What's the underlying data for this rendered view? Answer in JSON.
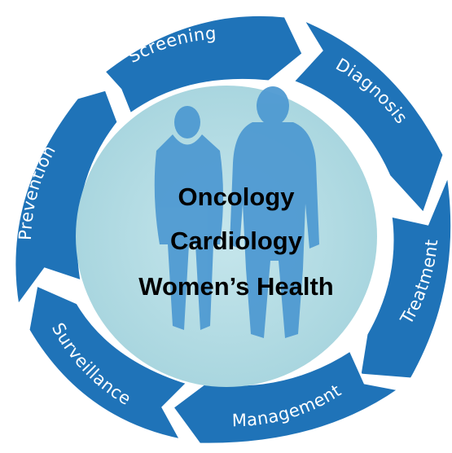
{
  "cycle": {
    "stages": [
      {
        "label": "Screening"
      },
      {
        "label": "Diagnosis"
      },
      {
        "label": "Treatment"
      },
      {
        "label": "Management"
      },
      {
        "label": "Surveillance"
      },
      {
        "label": "Prevention"
      }
    ]
  },
  "center": {
    "lines": [
      "Oncology",
      "Cardiology",
      "Women’s Health"
    ]
  },
  "colors": {
    "ring": "#1f73b8",
    "ring_edge": "#165f9c",
    "center_fill": "#b9dfe6",
    "figures": "#4f9ad2",
    "label": "#ffffff"
  }
}
